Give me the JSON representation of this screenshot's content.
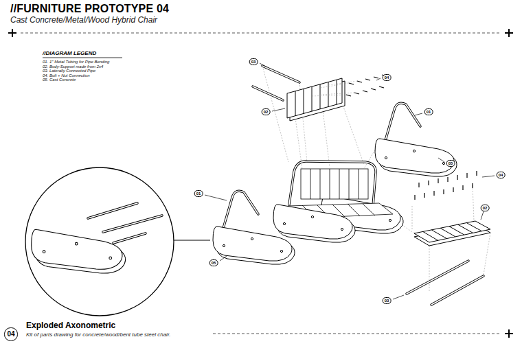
{
  "diagram": {
    "title": "//FURNITURE PROTOTYPE 04",
    "caption": "Kit of parts drawing for concrete/wood/bent tube steel chair.",
    "nodes": [
      {
        "text": [
          "04"
        ]
      }
    ],
    "labels": [
      "Cast Concrete/Metal/Wood Hybrid Chair",
      "//DIAGRAM LEGEND",
      "03",
      "04",
      "02",
      "01",
      "05",
      "04",
      "02",
      "01",
      "05",
      "03",
      "Exploded Axonometric"
    ],
    "legend": [
      {
        "text": "01. 1\" Metal Tubing for Pipe Bending"
      },
      {
        "text": "02. Body-Support made from 2x4"
      },
      {
        "text": "03. Laterally Connected Pipe"
      },
      {
        "text": "04. Bolt + Nut Connection"
      },
      {
        "text": "05. Cast Concrete"
      }
    ]
  }
}
